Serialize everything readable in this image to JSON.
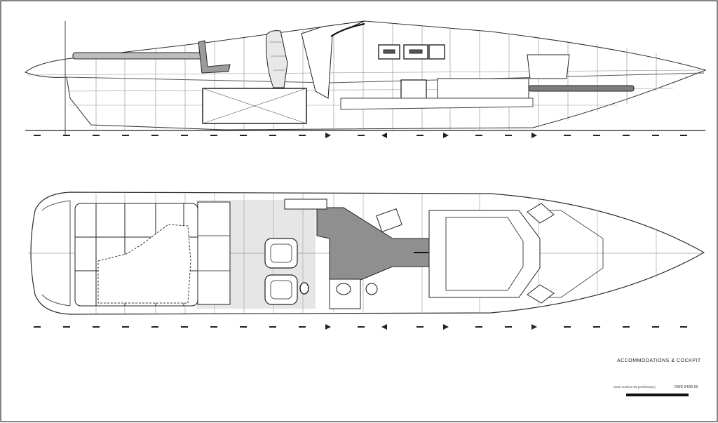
{
  "sheet": {
    "title": "ACCOMMODATIONS & COCKPIT",
    "note": "issue revision 05 (preliminary)",
    "drawing_number": "DWG 64/05-50"
  },
  "views": [
    {
      "name": "profile",
      "type": "side-elevation"
    },
    {
      "name": "plan",
      "type": "top-deck-plan"
    }
  ],
  "colors": {
    "line": "#2b2b2b",
    "thin": "#7a7a7a",
    "cockpit_fill": "#e6e6e6",
    "passage_fill": "#8f8f8f",
    "dark_fill": "#5c5c5c"
  }
}
